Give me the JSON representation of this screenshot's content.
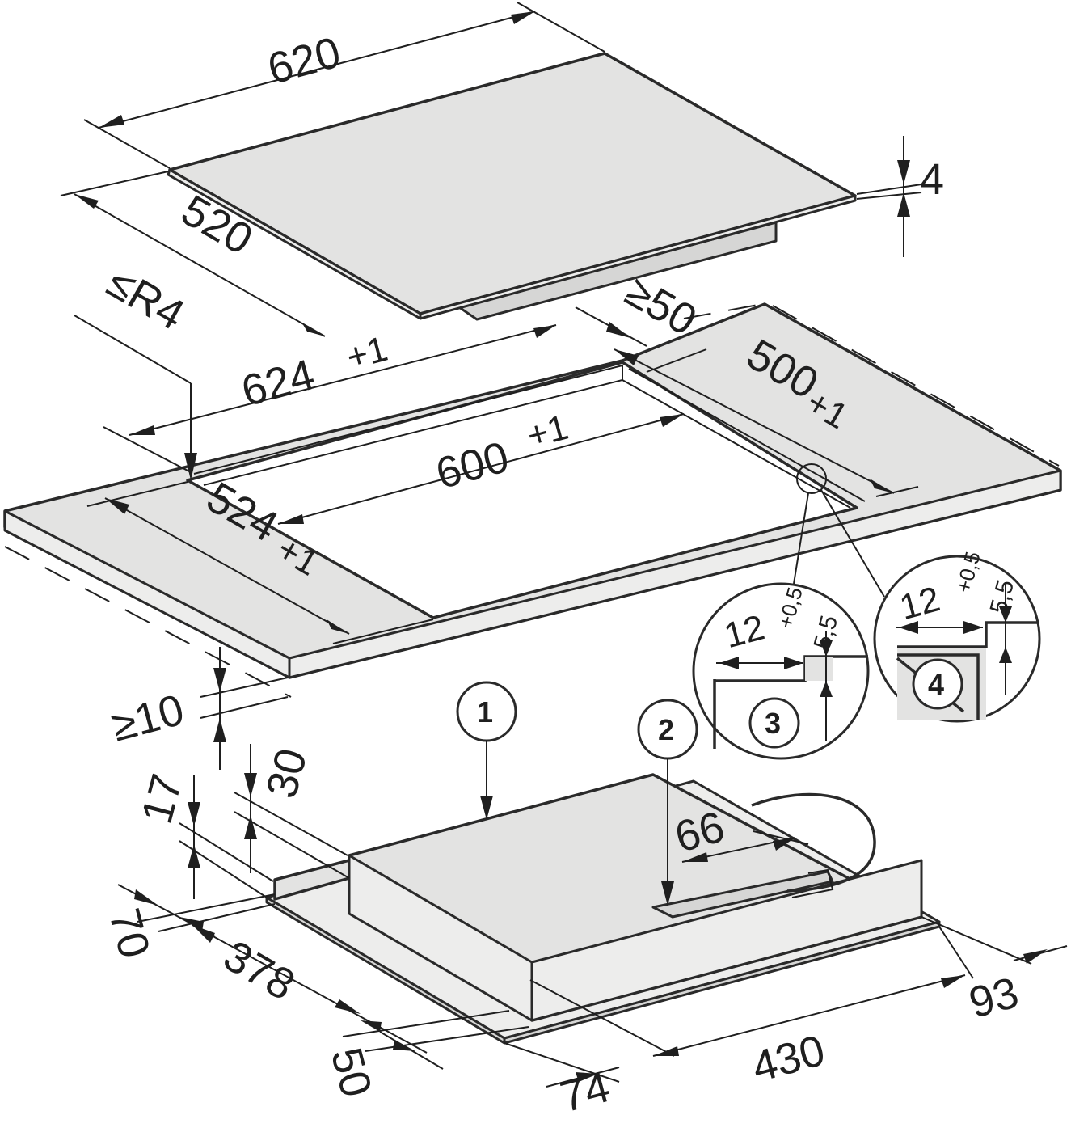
{
  "dimensions": {
    "hob_width": "620",
    "hob_depth": "520",
    "glass_thickness": "4",
    "corner_radius": "≤R4",
    "cutout_outer_width": "624",
    "cutout_outer_width_tol": "+1",
    "min_rear_gap": "≥50",
    "cutout_outer_depth": "500",
    "cutout_outer_depth_tol": "+1",
    "cutout_inner_width": "600",
    "cutout_inner_width_tol": "+1",
    "cutout_inner_depth": "524",
    "cutout_inner_depth_tol": "+1",
    "min_front_gap": "≥10",
    "height_30": "30",
    "height_17": "17",
    "dim_66": "66",
    "dim_70": "70",
    "dim_378": "378",
    "dim_50": "50",
    "dim_74": "74",
    "dim_430": "430",
    "dim_93": "93",
    "rebate_width": "12",
    "rebate_width_tol": "+0,5",
    "rebate_depth": "5,5"
  },
  "callouts": [
    "1",
    "2",
    "3",
    "4"
  ]
}
